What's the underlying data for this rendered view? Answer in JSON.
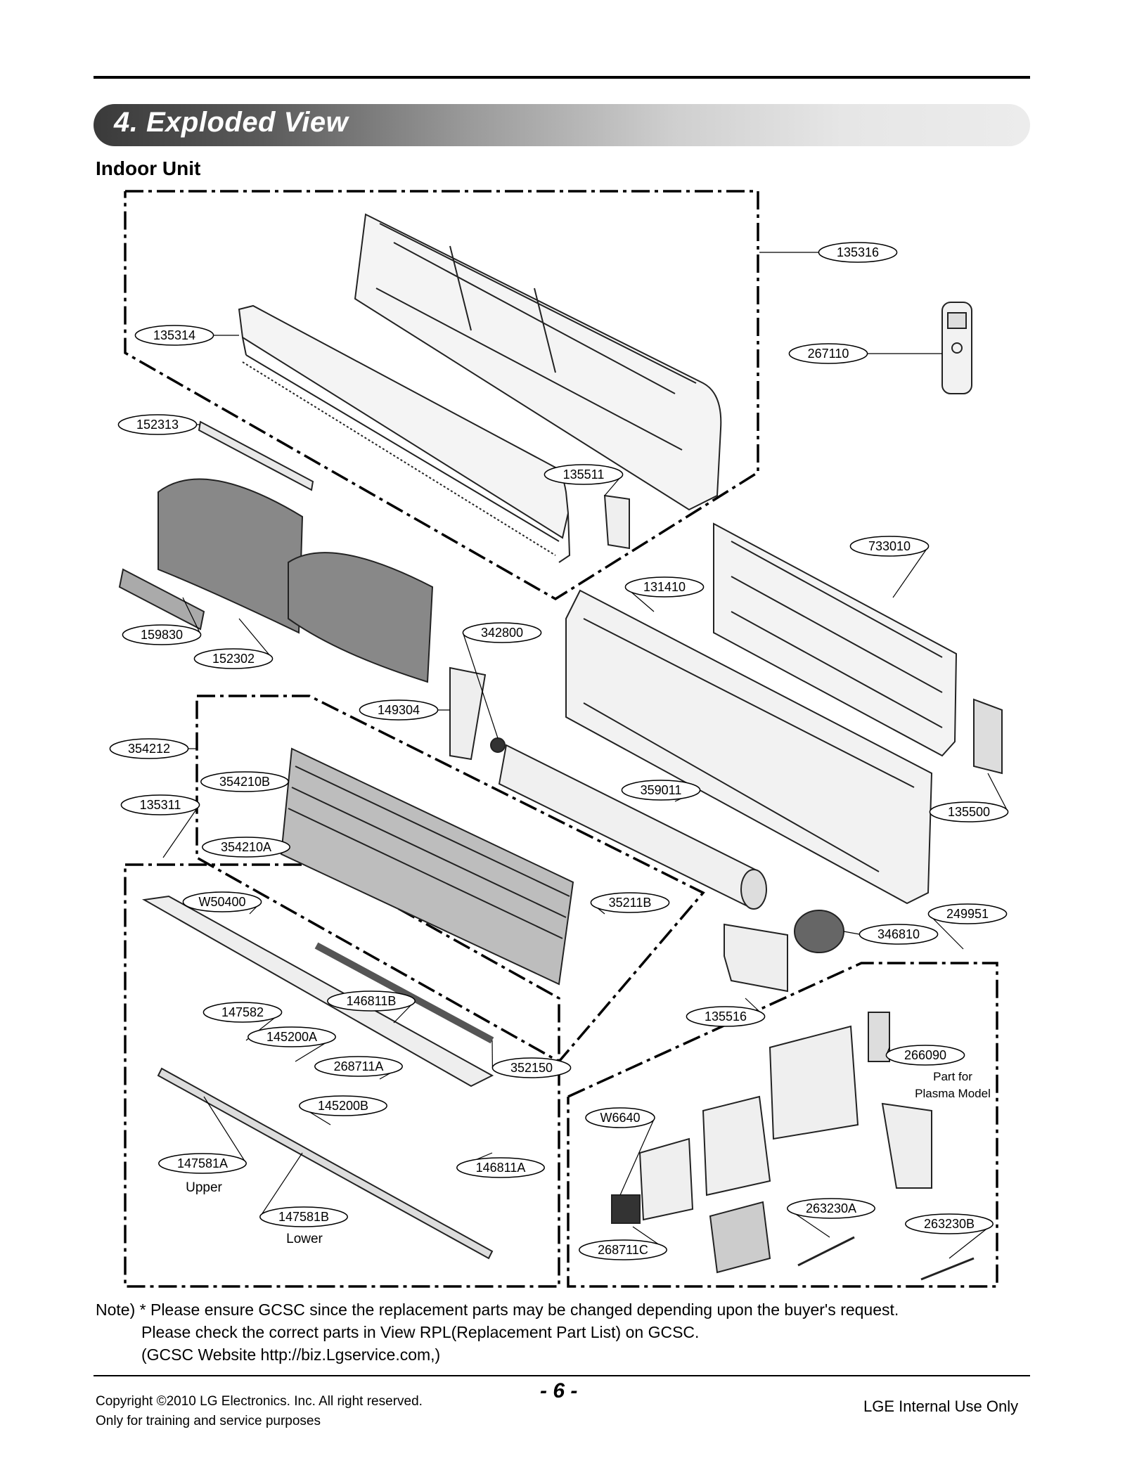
{
  "header": {
    "section_title": "4. Exploded View",
    "subtitle": "Indoor Unit"
  },
  "parts": [
    {
      "label": "135316"
    },
    {
      "label": "135314"
    },
    {
      "label": "267110"
    },
    {
      "label": "152313"
    },
    {
      "label": "135511"
    },
    {
      "label": "733010"
    },
    {
      "label": "131410"
    },
    {
      "label": "159830"
    },
    {
      "label": "152302"
    },
    {
      "label": "342800"
    },
    {
      "label": "149304"
    },
    {
      "label": "354212"
    },
    {
      "label": "354210B"
    },
    {
      "label": "135311"
    },
    {
      "label": "359011"
    },
    {
      "label": "135500"
    },
    {
      "label": "354210A"
    },
    {
      "label": "W50400"
    },
    {
      "label": "35211B"
    },
    {
      "label": "249951"
    },
    {
      "label": "346810"
    },
    {
      "label": "146811B"
    },
    {
      "label": "147582"
    },
    {
      "label": "135516"
    },
    {
      "label": "145200A"
    },
    {
      "label": "352150"
    },
    {
      "label": "266090"
    },
    {
      "label": "268711A"
    },
    {
      "label": "145200B"
    },
    {
      "label": "W6640"
    },
    {
      "label": "147581A"
    },
    {
      "label": "146811A"
    },
    {
      "label": "263230A"
    },
    {
      "label": "263230B"
    },
    {
      "label": "147581B"
    },
    {
      "label": "268711C"
    }
  ],
  "captions": {
    "upper": "Upper",
    "lower": "Lower",
    "plasma_1": "Part for",
    "plasma_2": "Plasma Model"
  },
  "note": {
    "line1": "Note) * Please ensure GCSC since the replacement parts may be changed depending upon the buyer's request.",
    "line2": "Please check  the correct parts in View RPL(Replacement Part List) on GCSC.",
    "line3": "(GCSC Website  http://biz.Lgservice.com,)"
  },
  "footer": {
    "copyright": "Copyright ©2010 LG Electronics. Inc. All right reserved.",
    "purpose": "Only for training and service purposes",
    "page": "- 6 -",
    "internal": "LGE Internal Use Only"
  }
}
